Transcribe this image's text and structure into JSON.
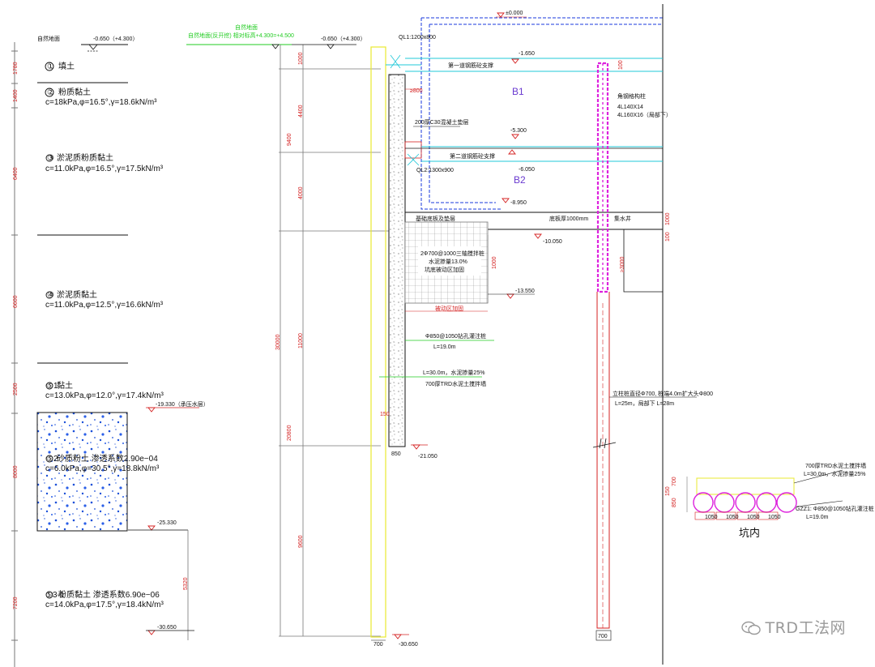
{
  "watermark": {
    "text": "TRD工法网",
    "icon": "wechat-icon"
  },
  "ground": {
    "left_label": "自然地面",
    "left_level": "-0.650（+4.300）",
    "top_green_1": "自然地面",
    "top_green_2": "自然地面(反开挖)  相对标高+4.300=+4.500",
    "mid_level": "-0.650（+4.300）",
    "top_level": "±0.000"
  },
  "thickness_marks": [
    "1780",
    "1400",
    "6400",
    "6600",
    "2500",
    "8000",
    "7200"
  ],
  "soil_layers": [
    {
      "id": "①",
      "name": "填土",
      "props": ""
    },
    {
      "id": "②",
      "name": "粉质黏土",
      "props": "c=18kPa,φ=16.5°,γ=18.6kN/m³"
    },
    {
      "id": "③",
      "name": "淤泥质粉质黏土",
      "props": "c=11.0kPa,φ=16.5°,γ=17.5kN/m³"
    },
    {
      "id": "④",
      "name": "淤泥质黏土",
      "props": "c=11.0kPa,φ=12.5°,γ=16.6kN/m³"
    },
    {
      "id": "⑤1",
      "name": "黏土",
      "props": "c=13.0kPa,φ=12.0°,γ=17.4kN/m³"
    },
    {
      "id": "⑤2",
      "name": "砂质粉土  渗透系数2.90e−04",
      "props": "c=6.0kPa,φ=30.5°,γ=18.8kN/m³"
    },
    {
      "id": "⑤3-1",
      "name": "粉质黏土  渗透系数6.90e−06",
      "props": "c=14.0kPa,φ=17.5°,γ=18.4kN/m³"
    }
  ],
  "levels_left": {
    "l1": "-19.330（承压水层）",
    "l2": "-25.330",
    "l3": "-30.650",
    "dim": "5320"
  },
  "wall_dims": [
    "1000",
    "4400",
    "9400",
    "4000",
    "30000",
    "11000",
    "20800",
    "9600"
  ],
  "wall_labels": {
    "wall_width": "700",
    "pile_width": "850",
    "gap": "150",
    "ql1": "QL1:1200x800",
    "ql2": "QL2:1300x900",
    "d800": "≥800",
    "conn": "200厚C30混凝土垫层",
    "pile_note_1": "Φ850@1050钻孔灌注桩",
    "pile_note_2": "L=19.0m",
    "trd_note_1": "L=30.0m，水泥掺量25%",
    "trd_note_2": "700厚TRD水泥土搅拌墙",
    "reinforce_1": "2Φ700@1000三轴搅拌桩",
    "reinforce_2": "水泥掺量13.0%",
    "reinforce_3": "坑底被动区加固",
    "reinforce_bot": "被动区加固",
    "bottom_slab": "基础底板及垫层",
    "slab_thk": "底板厚1000mm",
    "sump": "集水井",
    "lev_pile_bot": "-21.050",
    "lev_wall_bot": "-30.650"
  },
  "struts": {
    "s1": "第一道钢筋砼支撑",
    "s2": "第二道钢筋砼支撑",
    "b1": "B1",
    "b2": "B2",
    "lev_s1": "-1.650",
    "lev_s2a": "-5.300",
    "lev_s2b": "-6.050",
    "lev_s3": "-8.950",
    "lev_exc": "-10.050",
    "lev_deep": "-13.550",
    "dim_100": "100",
    "dim_1000": "1000",
    "dim_3000": "≥3000"
  },
  "column": {
    "note_1": "角钢格构柱",
    "note_2": "4L140X14",
    "note_3": "4L160X16（局部下）",
    "pile_1": "立柱桩直径Φ700, 桩端4.0m扩大头Φ800",
    "pile_2": "L=25m，局部下 L=28m",
    "width": "700"
  },
  "plan": {
    "trd_1": "700厚TRD水泥土搅拌墙",
    "trd_2": "L=30.0m，水泥掺量25%",
    "pile_1": "GZZ1: Φ850@1050钻孔灌注桩",
    "pile_2": "L=19.0m",
    "spacing": [
      "1050",
      "1050",
      "1050",
      "1050"
    ],
    "h1": "700",
    "h2": "150",
    "h3": "850",
    "title": "坑内"
  },
  "colors": {
    "red": "#d42020",
    "blue": "#1a3adc",
    "cyan": "#22c8d8",
    "magenta": "#dd22dd",
    "green": "#22cc22",
    "yellow": "#e8e830",
    "gray": "#777777"
  }
}
